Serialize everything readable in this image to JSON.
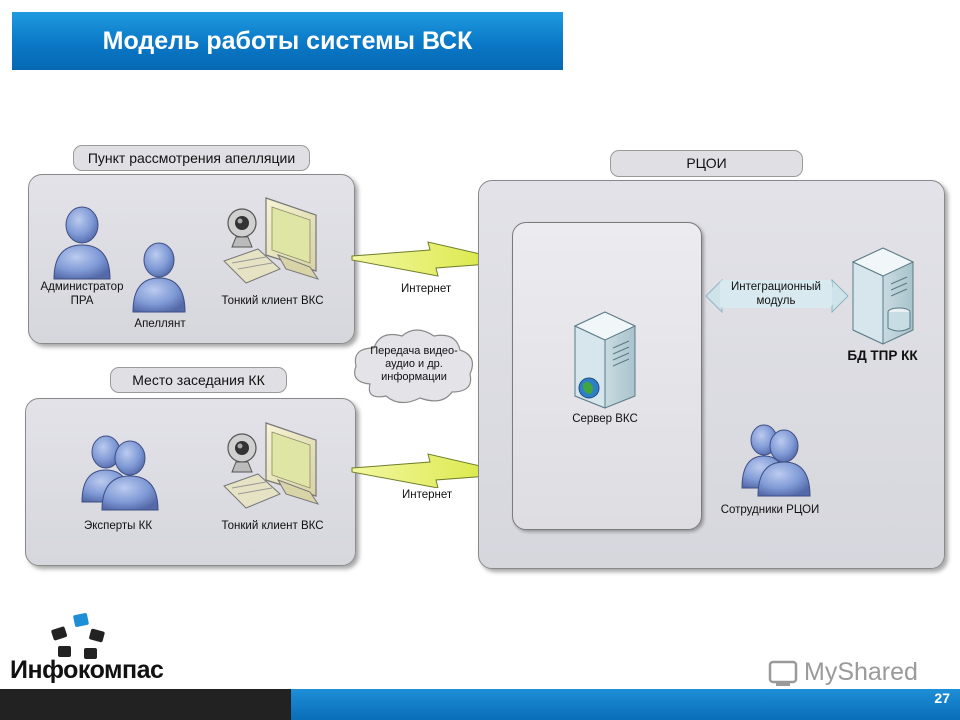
{
  "title": "Модель работы системы ВСК",
  "left_top": {
    "header": "Пункт рассмотрения апелляции",
    "admin_label": "Администратор ПРА",
    "appellant_label": "Апеллянт",
    "client_label": "Тонкий клиент ВКС"
  },
  "left_bottom": {
    "header": "Место заседания КК",
    "experts_label": "Эксперты КК",
    "client_label": "Тонкий клиент ВКС"
  },
  "links": {
    "internet_top": "Интернет",
    "internet_bottom": "Интернет",
    "cloud_text": "Передача видео-аудио и др. информации"
  },
  "rcoi": {
    "header": "РЦОИ",
    "server_label": "Сервер ВКС",
    "integration_label": "Интеграционный модуль",
    "db_label": "БД ТПР КК",
    "staff_label": "Сотрудники РЦОИ"
  },
  "logo": {
    "text": "Инфокомпас"
  },
  "watermark": {
    "text": "MyShared"
  },
  "page_number": "27",
  "colors": {
    "title_blue": "#0a78c6",
    "footer_dark": "#222222",
    "footer_blue": "#0a6db8",
    "person_blue": "#7f9ad6"
  }
}
